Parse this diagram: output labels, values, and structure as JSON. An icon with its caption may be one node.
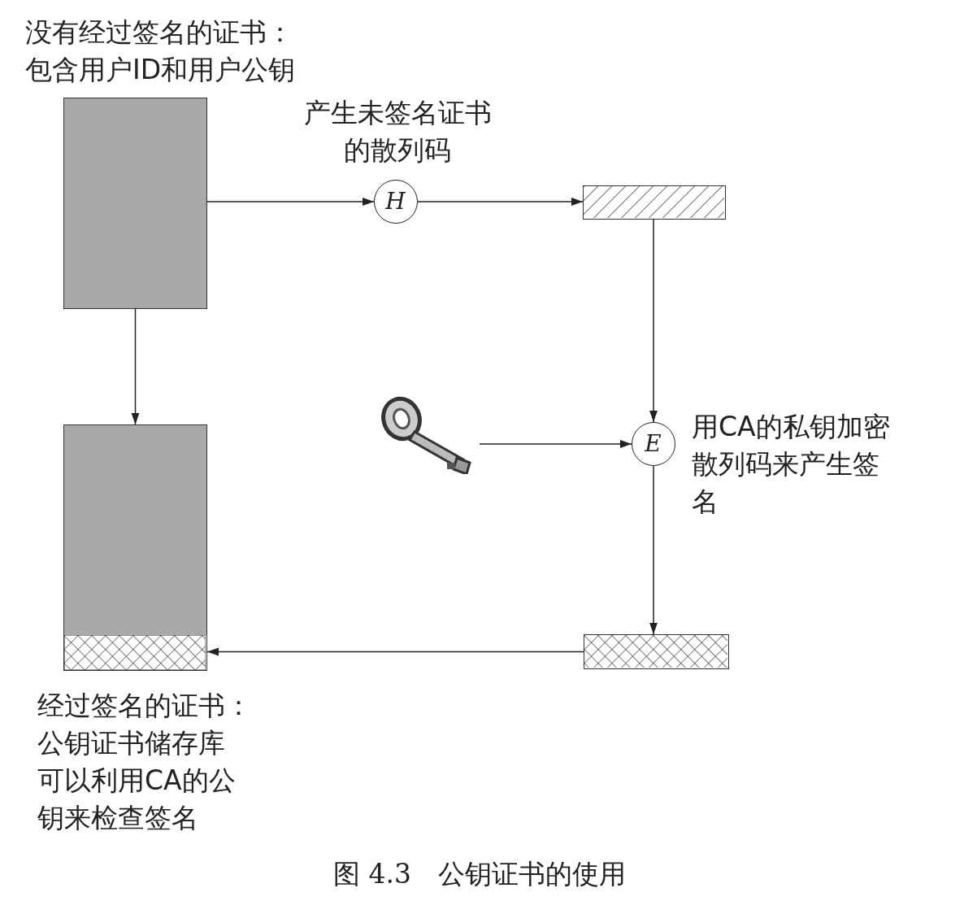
{
  "diagram": {
    "caption": "图 4.3　公钥证书的使用",
    "nodes": [
      {
        "text": [
          "没有经过签名的证书：",
          "包含用户ID和用户公钥"
        ]
      },
      {
        "text": [
          "H"
        ],
        "beside": [
          "产生未签名证书的散列码"
        ]
      },
      {
        "text": [],
        "shape": "bar"
      },
      {
        "text": [
          "E"
        ],
        "beside": [
          "用CA的私钥加密散列码来产生签名"
        ]
      },
      {
        "text": [],
        "shape": "picture"
      },
      {
        "text": [
          "经过签名的证书：",
          "公钥证书储存库可以利用CA的公钥来检查签名"
        ]
      },
      {
        "text": [],
        "shape": "bar"
      }
    ],
    "edges": [
      {
        "from": 0,
        "to": 1,
        "arrow": "to"
      },
      {
        "from": 1,
        "to": 2,
        "arrow": "to"
      },
      {
        "from": 2,
        "to": 3,
        "arrow": "to"
      },
      {
        "from": 4,
        "to": 3,
        "arrow": "to"
      },
      {
        "from": 3,
        "to": 6,
        "arrow": "to"
      },
      {
        "from": 6,
        "to": 5,
        "arrow": "to"
      },
      {
        "from": 0,
        "to": 5,
        "arrow": "to"
      }
    ]
  }
}
